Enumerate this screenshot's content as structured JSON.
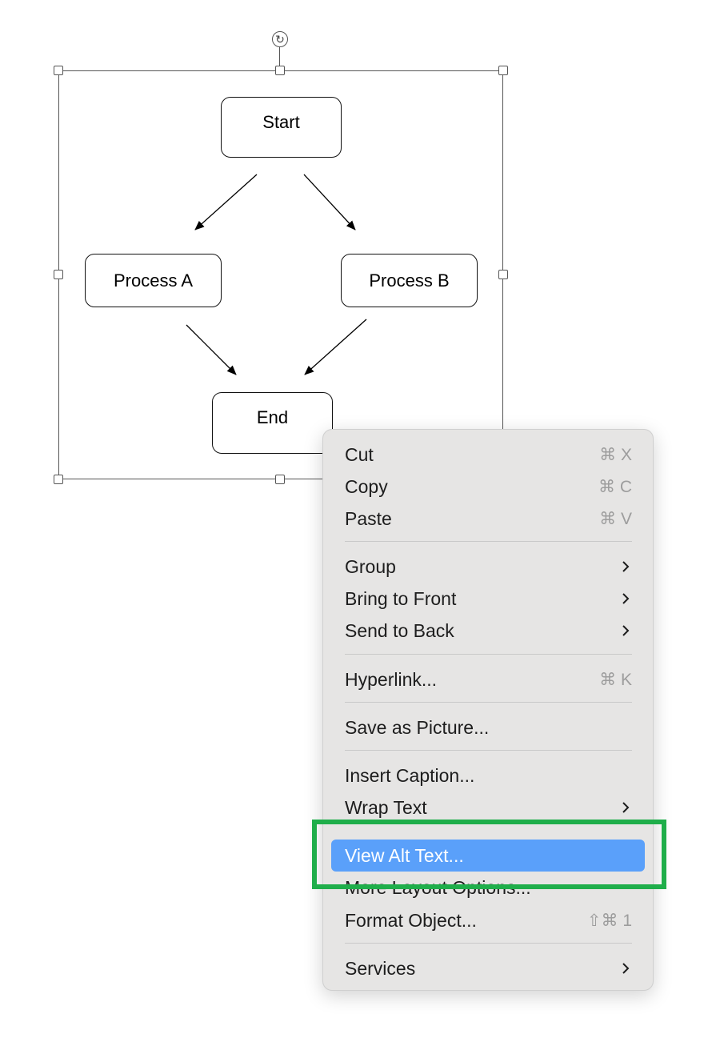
{
  "diagram": {
    "nodes": {
      "start": "Start",
      "process_a": "Process A",
      "process_b": "Process B",
      "end": "End"
    }
  },
  "rotate_handle": {
    "glyph": "↻"
  },
  "context_menu": {
    "items": [
      {
        "label": "Cut",
        "shortcut": "⌘ X"
      },
      {
        "label": "Copy",
        "shortcut": "⌘ C"
      },
      {
        "label": "Paste",
        "shortcut": "⌘ V"
      },
      {
        "label": "Group",
        "submenu": true
      },
      {
        "label": "Bring to Front",
        "submenu": true
      },
      {
        "label": "Send to Back",
        "submenu": true
      },
      {
        "label": "Hyperlink...",
        "shortcut": "⌘ K"
      },
      {
        "label": "Save as Picture..."
      },
      {
        "label": "Insert Caption..."
      },
      {
        "label": "Wrap Text",
        "submenu": true
      },
      {
        "label": "View Alt Text...",
        "highlighted": true
      },
      {
        "label": "More Layout Options..."
      },
      {
        "label": "Format Object...",
        "shortcut": "⇧⌘ 1"
      },
      {
        "label": "Services",
        "submenu": true
      }
    ],
    "highlight_color": "#5aa0fa"
  },
  "annotation": {
    "box_color": "#1fae4a"
  }
}
